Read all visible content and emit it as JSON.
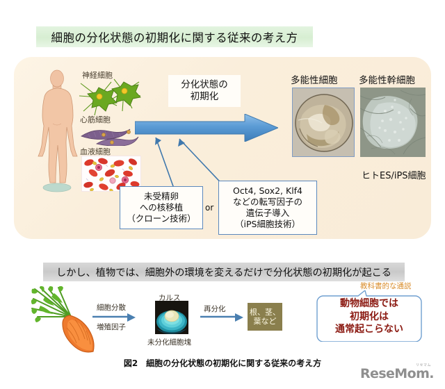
{
  "figure": {
    "caption": "図2　細胞の分化状態の初期化に関する従来の考え方"
  },
  "section1": {
    "title": "細胞の分化状態の初期化に関する従来の考え方",
    "source_cells": [
      {
        "label": "神経細胞",
        "color": "#5f9a1e"
      },
      {
        "label": "心筋細胞",
        "color": "#7c5f8c"
      },
      {
        "label": "血液細胞",
        "color": "#d8372c"
      }
    ],
    "process": {
      "line1": "分化状態の",
      "line2": "初期化",
      "arrow_color": "#5b9bd5"
    },
    "methods": {
      "clone": {
        "line1": "未受精卵",
        "line2": "への核移植",
        "line3": "（クローン技術）"
      },
      "connector": "or",
      "ips": {
        "line1": "Oct4, Sox2, Klf4",
        "line2": "などの転写因子の",
        "line3": "遺伝子導入",
        "line4": "（iPS細胞技術）"
      }
    },
    "results": {
      "pluripotent_cell_label": "多能性細胞",
      "pluripotent_stem_cell_label": "多能性幹細胞",
      "stem_cell_caption": "ヒトES/iPS細胞"
    }
  },
  "section2": {
    "title": "しかし、植物では、細胞外の環境を変えるだけで分化状態の初期化が起こる",
    "flow": {
      "step1_top": "細胞分散",
      "step1_bottom": "増殖因子",
      "callus_label": "カルス",
      "callus_sub": "未分化細胞塊",
      "step2": "再分化",
      "organs_line1": "根、茎、",
      "organs_line2": "葉など"
    },
    "note": {
      "tag": "教科書的な通説",
      "tag_color": "#d98c2b",
      "line1": "動物細胞では",
      "line2": "初期化は",
      "line3": "通常起こらない",
      "text_color": "#8b1a12"
    }
  },
  "watermark": {
    "ruby": "リセマム",
    "name": "ReseMom."
  }
}
